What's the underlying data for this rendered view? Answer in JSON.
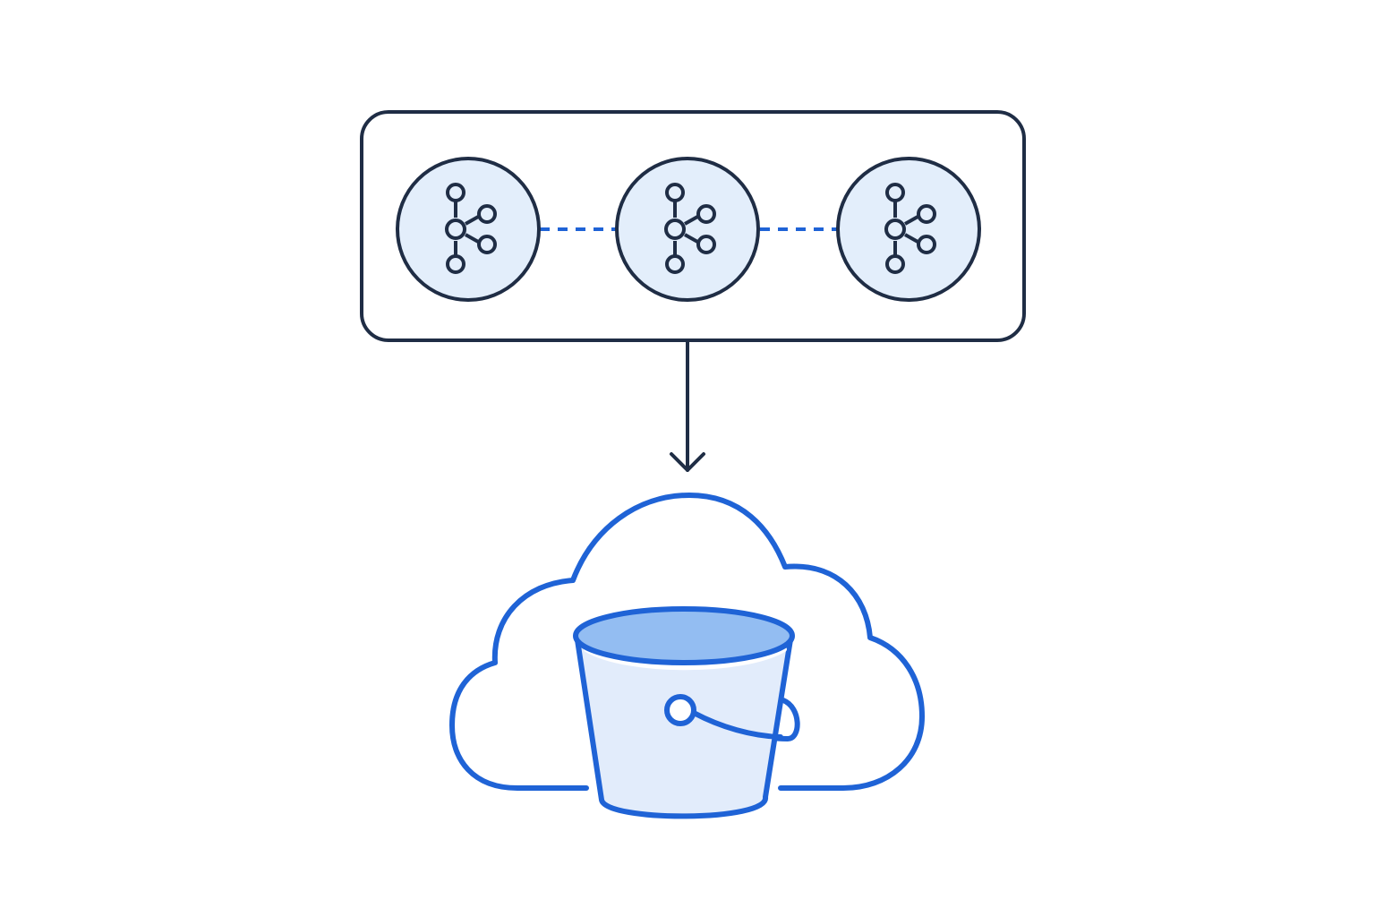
{
  "colors": {
    "background": "#ffffff",
    "outline_dark": "#1f2d45",
    "node_fill": "#e3eefb",
    "accent_blue": "#1f63d6",
    "bucket_fill": "#e2ecfb",
    "bucket_top_fill": "#93bdf2"
  },
  "diagram": {
    "cluster": {
      "nodes": [
        {
          "icon": "kafka-broker-icon"
        },
        {
          "icon": "kafka-broker-icon"
        },
        {
          "icon": "kafka-broker-icon"
        }
      ],
      "links": [
        {
          "from": 0,
          "to": 1,
          "style": "dashed"
        },
        {
          "from": 1,
          "to": 2,
          "style": "dashed"
        }
      ]
    },
    "flow": {
      "from": "cluster",
      "to": "storage",
      "direction": "down"
    },
    "storage": {
      "container_icon": "cloud-icon",
      "item_icon": "storage-bucket-icon"
    }
  }
}
